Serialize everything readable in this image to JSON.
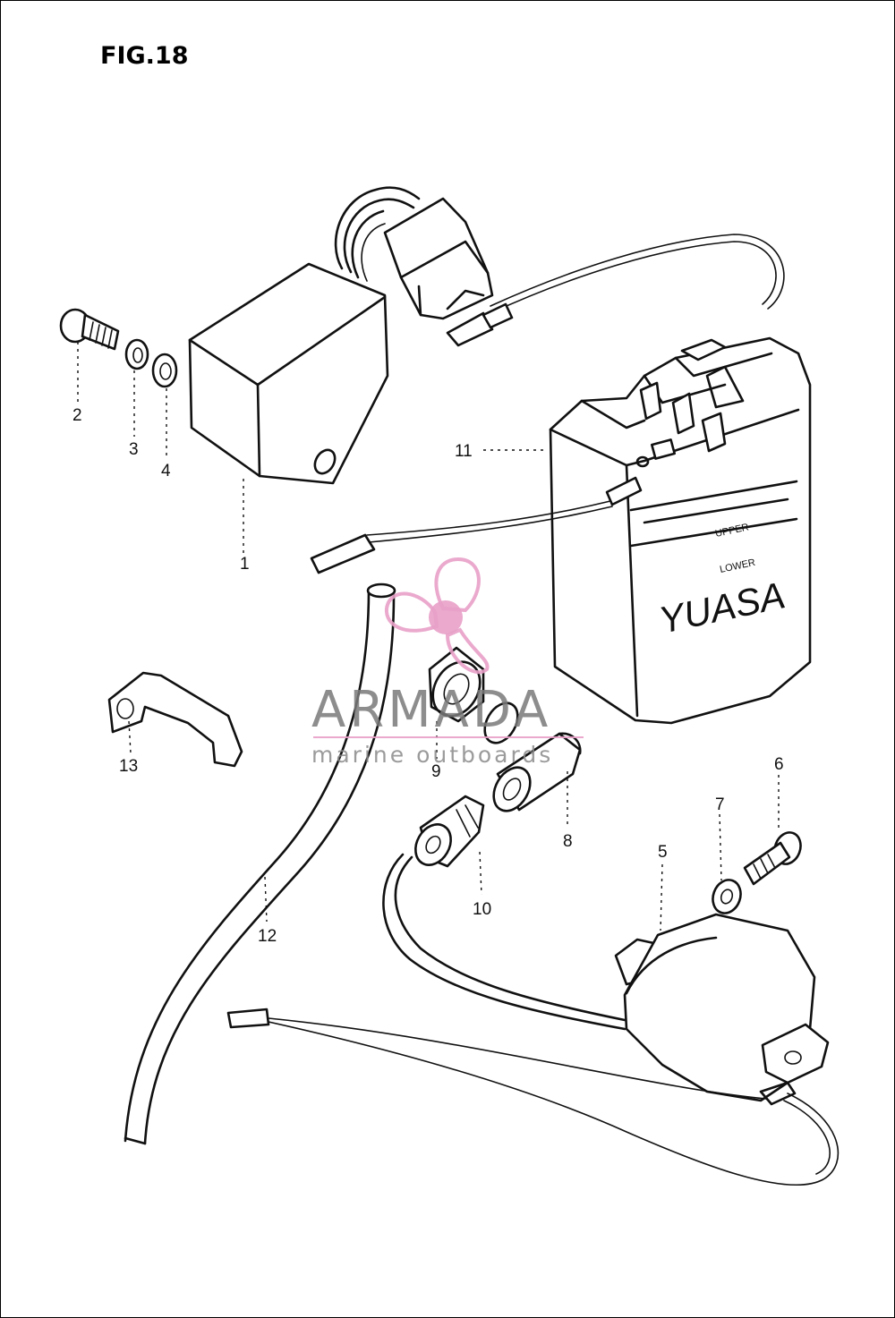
{
  "figure": {
    "title": "FIG.18"
  },
  "parts": [
    {
      "number": "1"
    },
    {
      "number": "2"
    },
    {
      "number": "3"
    },
    {
      "number": "4"
    },
    {
      "number": "5"
    },
    {
      "number": "6"
    },
    {
      "number": "7"
    },
    {
      "number": "8"
    },
    {
      "number": "9"
    },
    {
      "number": "10"
    },
    {
      "number": "11"
    },
    {
      "number": "12"
    },
    {
      "number": "13"
    }
  ],
  "battery": {
    "brand": "YUASA",
    "upper_mark": "UPPER",
    "lower_mark": "LOWER"
  },
  "watermark": {
    "brand": "ARMADA",
    "tagline": "marine outboards",
    "color": "#e8a0c8"
  }
}
